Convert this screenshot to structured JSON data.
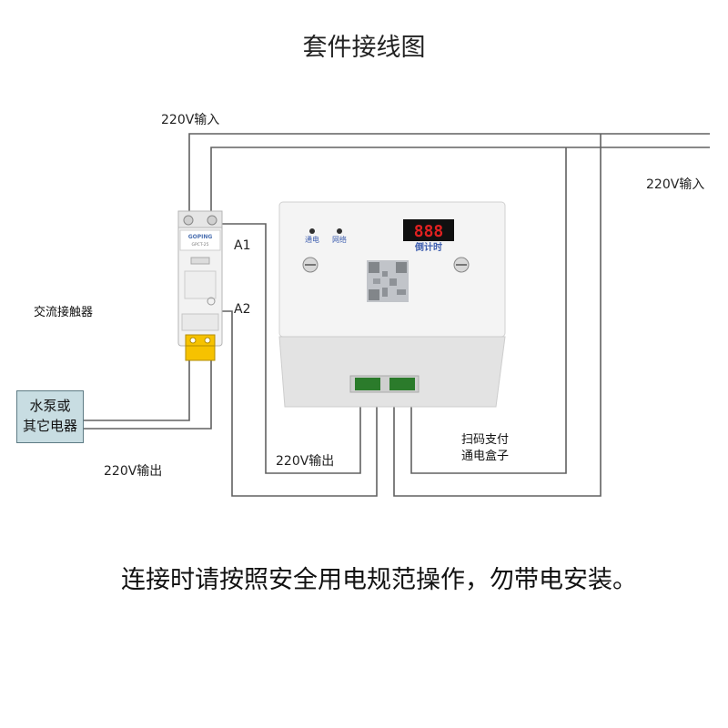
{
  "title": "套件接线图",
  "labels": {
    "input_top": "220V输入",
    "input_right": "220V输入",
    "contactor": "交流接触器",
    "a1": "A1",
    "a2": "A2",
    "output_left": "220V输出",
    "output_mid": "220V输出",
    "pay_box_line1": "扫码支付",
    "pay_box_line2": "通电盒子"
  },
  "pump": {
    "line1": "水泵或",
    "line2": "其它电器"
  },
  "contactor_device": {
    "brand": "GOPING",
    "model": "GPCT-25"
  },
  "pay_box_device": {
    "led_power": "通电",
    "led_network": "网络",
    "display": "888",
    "display_label": "倒计时"
  },
  "note": "连接时请按照安全用电规范操作，勿带电安装。",
  "colors": {
    "wire": "#606060",
    "pump_fill": "#c8dde2",
    "display_red": "#e02020"
  }
}
